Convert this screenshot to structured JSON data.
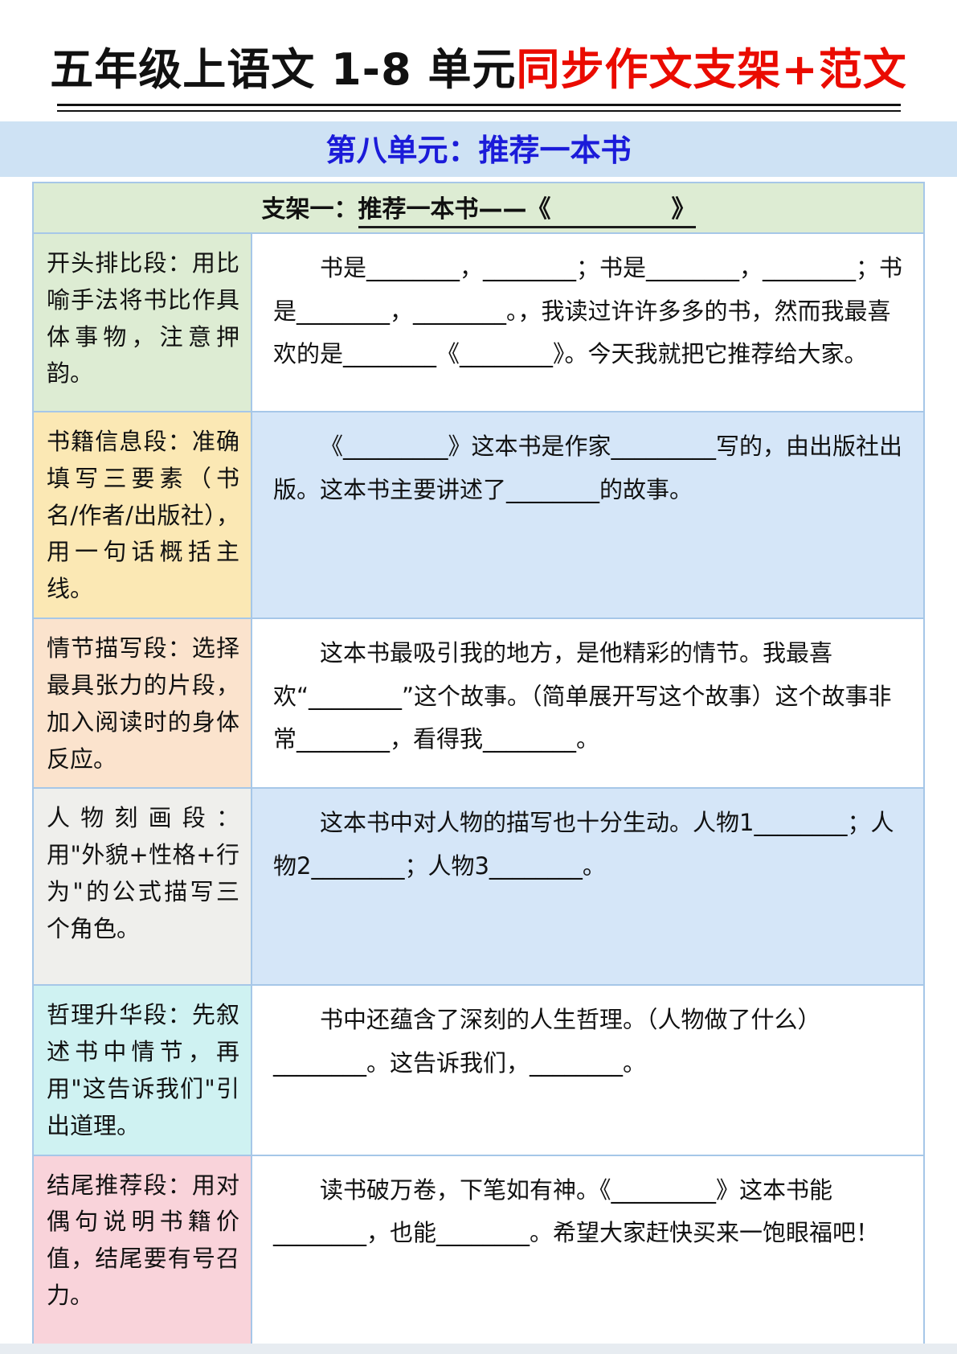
{
  "page": {
    "title_black": "五年级上语文 1-8 单元",
    "title_red": "同步作文支架+范文",
    "subtitle": "第八单元：推荐一本书",
    "table_header_prefix": "支架一：",
    "table_header_underlined": "推荐一本书——《　　　　　》"
  },
  "colors": {
    "title_red": "#ea0b00",
    "subtitle_text_blue": "#1b1bd9",
    "subtitle_bg": "#cee2f4",
    "table_border": "#a6c7e8",
    "header_bg": "#ddecd3",
    "content_blue_bg": "#d5e6f8",
    "bottom_strip": "#e7ecf1"
  },
  "rows": [
    {
      "label": "开头排比段：用比喻手法将书比作具体事物，注意押韵。",
      "content": "书是________，________；书是________，________；书是________，________。，我读过许许多多的书，然而我最喜欢的是________《________》。今天我就把它推荐给大家。",
      "label_bg": "#ddecd3",
      "content_bg": "#ffffff"
    },
    {
      "label": "书籍信息段：准确填写三要素（书名/作者/出版社），用一句话概括主线。",
      "content": "《_________》这本书是作家_________写的，由出版社出版。这本书主要讲述了________的故事。",
      "label_bg": "#fbe8b4",
      "content_bg": "#d5e6f8"
    },
    {
      "label": "情节描写段：选择最具张力的片段，加入阅读时的身体反应。",
      "content": "这本书最吸引我的地方，是他精彩的情节。我最喜欢“________”这个故事。（简单展开写这个故事）这个故事非常________，看得我________。",
      "label_bg": "#fbe3cd",
      "content_bg": "#ffffff"
    },
    {
      "label": "人物刻画段：用\"外貌+性格+行为\"的公式描写三个角色。",
      "content": "这本书中对人物的描写也十分生动。人物1________；人物2________；人物3________。",
      "label_bg": "#efefec",
      "content_bg": "#d5e6f8"
    },
    {
      "label": "哲理升华段：先叙述书中情节，再用\"这告诉我们\"引出道理。",
      "content": "书中还蕴含了深刻的人生哲理。（人物做了什么）________。这告诉我们，________。",
      "label_bg": "#cff2f2",
      "content_bg": "#ffffff"
    },
    {
      "label": "结尾推荐段：用对偶句说明书籍价值，结尾要有号召力。",
      "content": "读书破万卷，下笔如有神。《_________》这本书能________，也能________。希望大家赶快买来一饱眼福吧！",
      "label_bg": "#f9d3da",
      "content_bg": "#ffffff"
    }
  ]
}
